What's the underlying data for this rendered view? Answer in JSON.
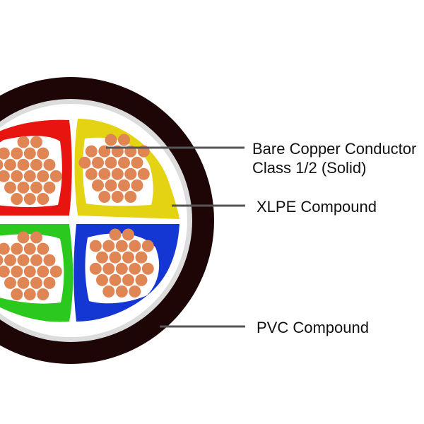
{
  "labels": {
    "conductor_line1": "Bare Copper Conductor",
    "conductor_line2": "Class 1/2 (Solid)",
    "xlpe": "XLPE Compound",
    "pvc": "PVC Compound"
  },
  "colors": {
    "sheath": "#1e0606",
    "inner_sheath": "#dcdcdc",
    "core_red": "#e8140f",
    "core_yellow": "#e3d312",
    "core_green": "#2bc81e",
    "core_blue": "#1436d2",
    "copper": "#e08655",
    "leader": "#555555",
    "background": "#ffffff"
  },
  "cores": [
    "red",
    "yellow",
    "green",
    "blue"
  ]
}
